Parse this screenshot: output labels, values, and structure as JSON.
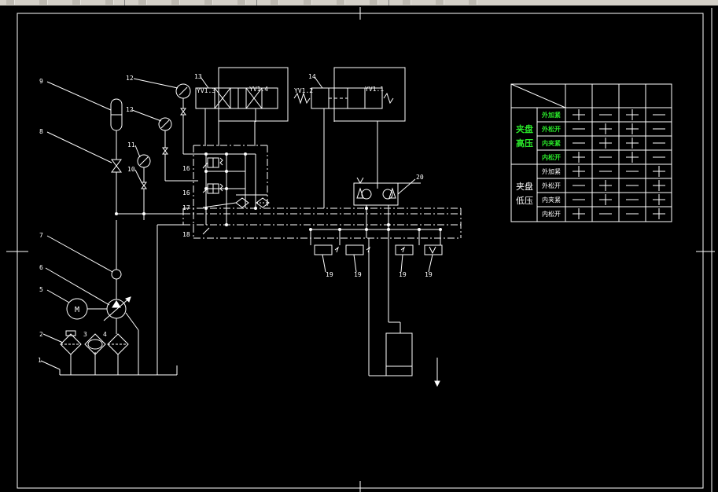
{
  "toolbar": {
    "icons": [
      "new-icon",
      "open-icon",
      "save-icon",
      "print-icon",
      "cut-icon",
      "copy-icon",
      "paste-icon",
      "undo-icon",
      "redo-icon",
      "pan-icon",
      "zoom-icon",
      "zoom-window-icon",
      "properties-icon",
      "layers-icon",
      "help-icon"
    ]
  },
  "callouts": {
    "c9": "9",
    "c8": "8",
    "c7": "7",
    "c6": "6",
    "c5": "5",
    "c2": "2",
    "c3": "3",
    "c4": "4",
    "c1": "1",
    "c12a": "12",
    "c12b": "12",
    "c11": "11",
    "c10": "10",
    "c13": "13",
    "c14": "14",
    "c16a": "16",
    "c16b": "16",
    "c17": "17",
    "c18": "18",
    "c19a": "19",
    "c19b": "19",
    "c19c": "19",
    "c19d": "19",
    "c20": "20"
  },
  "valve_labels": {
    "yv13": "YV1.3",
    "yv14": "YV1.4",
    "yv12": "YV1.2",
    "yv11": "YV1.1"
  },
  "motor_label": "M",
  "table": {
    "high_group": "夹盘高压",
    "low_group": "夹盘低压",
    "rows": [
      {
        "label": "外加紧",
        "marks": [
          "+",
          "—",
          "+",
          "—"
        ]
      },
      {
        "label": "外松开",
        "marks": [
          "—",
          "+",
          "+",
          "—"
        ]
      },
      {
        "label": "内夹紧",
        "marks": [
          "—",
          "+",
          "+",
          "—"
        ]
      },
      {
        "label": "内松开",
        "marks": [
          "+",
          "—",
          "+",
          "—"
        ]
      },
      {
        "label": "外加紧",
        "marks": [
          "+",
          "—",
          "—",
          "+"
        ]
      },
      {
        "label": "外松开",
        "marks": [
          "—",
          "+",
          "—",
          "+"
        ]
      },
      {
        "label": "内夹紧",
        "marks": [
          "—",
          "+",
          "—",
          "+"
        ]
      },
      {
        "label": "内松开",
        "marks": [
          "+",
          "—",
          "—",
          "+"
        ]
      }
    ]
  },
  "colors": {
    "background": "#000000",
    "lines": "#ffffff",
    "table_text": "#29e629"
  }
}
